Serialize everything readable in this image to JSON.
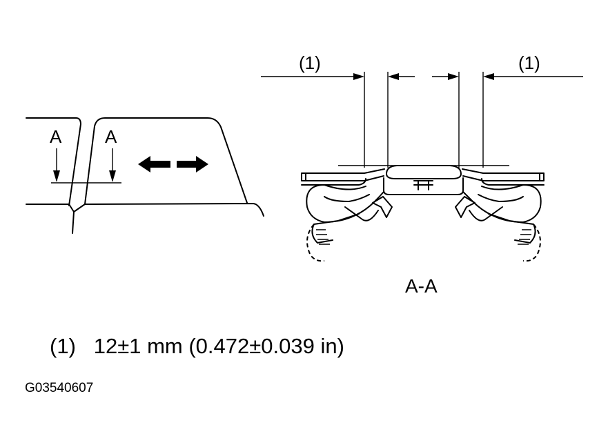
{
  "left_view": {
    "label_a_1": "A",
    "label_a_2": "A"
  },
  "section_view": {
    "dim_label_left": "(1)",
    "dim_label_right": "(1)",
    "section_label": "A-A"
  },
  "legend": {
    "item_number": "(1)",
    "item_text": "12±1 mm (0.472±0.039 in)"
  },
  "figure_code": "G03540607"
}
